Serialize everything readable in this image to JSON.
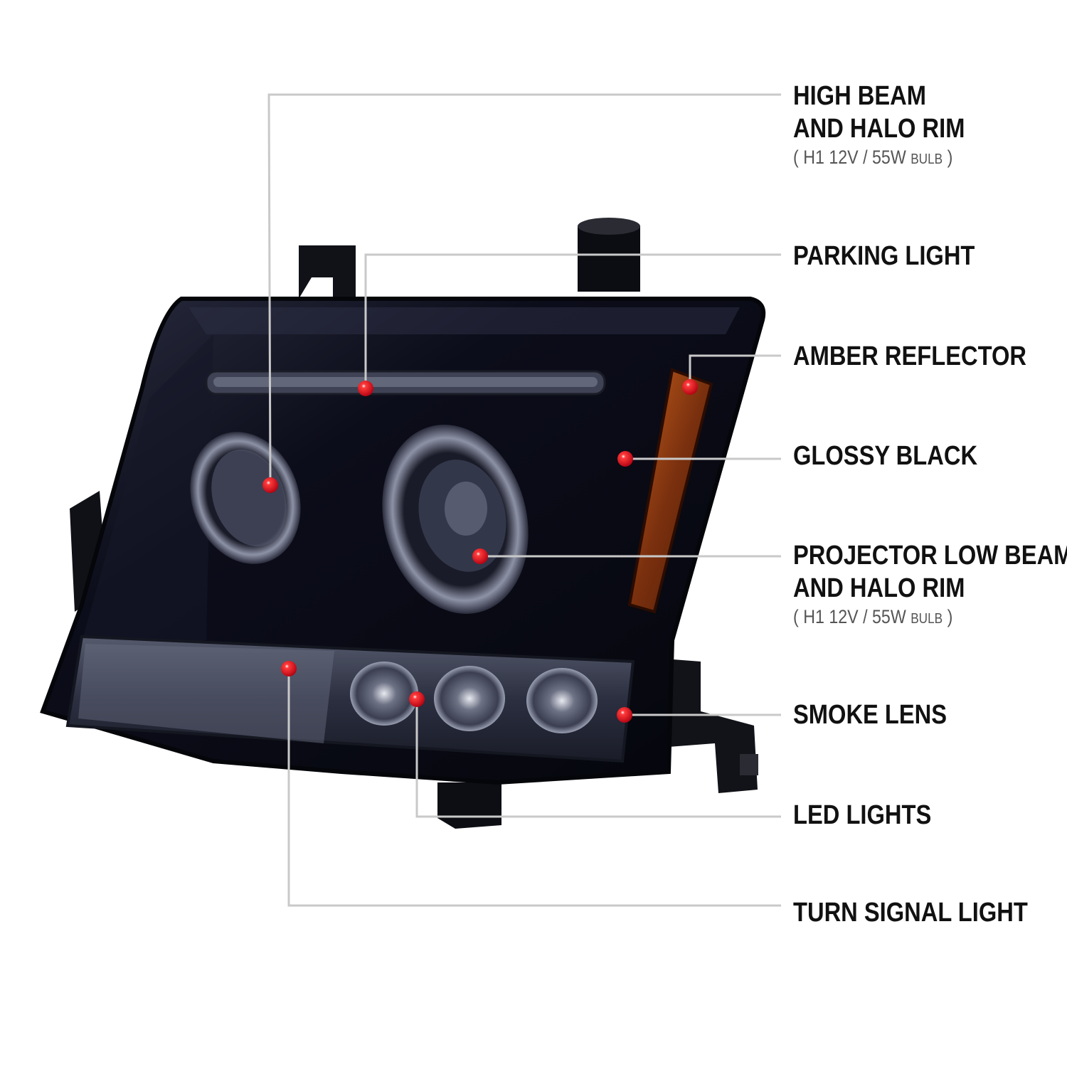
{
  "colors": {
    "leader_line": "#c9c9c9",
    "callout_dot": "#d0101a",
    "housing": "#0b0c18",
    "smoke_lens": "#3a3f52",
    "amber": "#8a3a12",
    "label_text": "#111111",
    "spec_text": "#555555"
  },
  "labels": {
    "high_beam": {
      "line1": "HIGH BEAM",
      "line2": "AND HALO RIM",
      "spec_open": "(",
      "spec_main": "H1  12V / 55W",
      "spec_small": "BULB",
      "spec_close": ")"
    },
    "parking_light": "PARKING LIGHT",
    "amber_reflector": "AMBER REFLECTOR",
    "glossy_black": "GLOSSY BLACK",
    "projector_low_beam": {
      "line1": "PROJECTOR LOW BEAM",
      "line2": "AND HALO RIM",
      "spec_open": "(",
      "spec_main": "H1  12V / 55W",
      "spec_small": "BULB",
      "spec_close": ")"
    },
    "smoke_lens": "SMOKE LENS",
    "led_lights": "LED LIGHTS",
    "turn_signal_light": "TURN SIGNAL LIGHT"
  },
  "product_icon": "headlight-assembly-illustration"
}
